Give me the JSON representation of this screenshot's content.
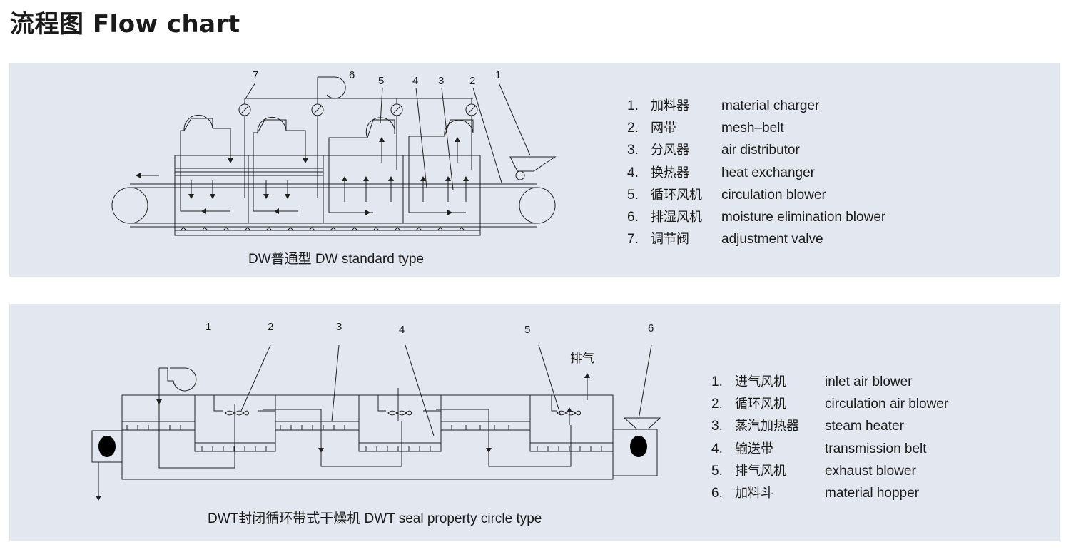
{
  "page_title": "流程图  Flow chart",
  "panels": [
    {
      "caption": "DW普通型 DW standard type",
      "callouts": [
        "1",
        "2",
        "3",
        "4",
        "5",
        "6",
        "7"
      ],
      "legend": [
        {
          "num": "1.",
          "zh": "加料器",
          "en": "material charger"
        },
        {
          "num": "2.",
          "zh": "网带",
          "en": "mesh–belt"
        },
        {
          "num": "3.",
          "zh": "分风器",
          "en": "air distributor"
        },
        {
          "num": "4.",
          "zh": "换热器",
          "en": "heat exchanger"
        },
        {
          "num": "5.",
          "zh": "循环风机",
          "en": "circulation blower"
        },
        {
          "num": "6.",
          "zh": "排湿风机",
          "en": "moisture elimination blower"
        },
        {
          "num": "7.",
          "zh": "调节阀",
          "en": "adjustment valve"
        }
      ]
    },
    {
      "caption": "DWT封闭循环带式干燥机 DWT seal property circle type",
      "callouts": [
        "1",
        "2",
        "3",
        "4",
        "5",
        "6"
      ],
      "exhaust_label": "排气",
      "legend": [
        {
          "num": "1.",
          "zh": "进气风机",
          "en": "inlet air blower"
        },
        {
          "num": "2.",
          "zh": "循环风机",
          "en": "circulation air blower"
        },
        {
          "num": "3.",
          "zh": "蒸汽加热器",
          "en": "steam heater"
        },
        {
          "num": "4.",
          "zh": "输送带",
          "en": "transmission belt"
        },
        {
          "num": "5.",
          "zh": "排气风机",
          "en": "exhaust blower"
        },
        {
          "num": "6.",
          "zh": "加料斗",
          "en": "material hopper"
        }
      ]
    }
  ],
  "colors": {
    "panel_bg": "#e3e8f0",
    "line": "#1f1f1f"
  }
}
